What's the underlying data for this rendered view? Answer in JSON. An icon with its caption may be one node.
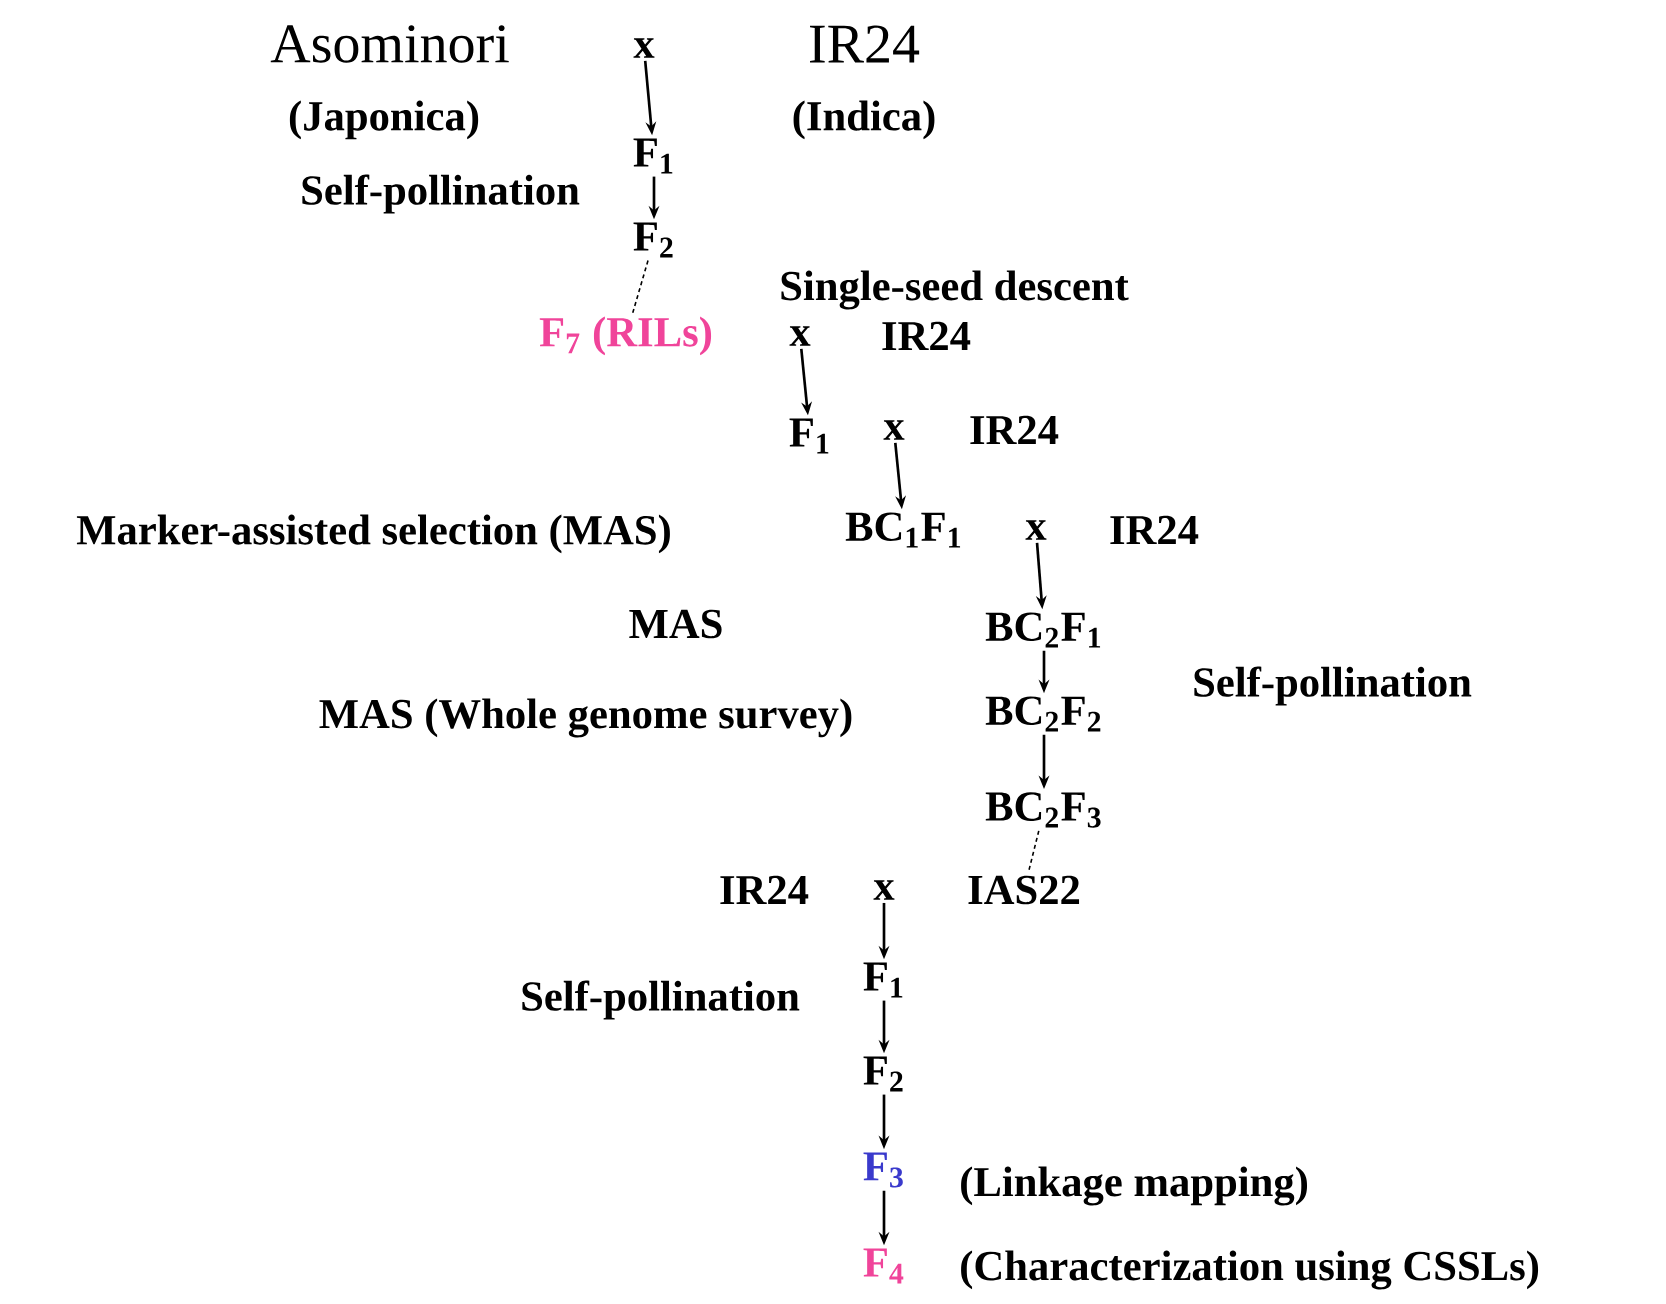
{
  "diagram": {
    "nodes": [
      {
        "text": [
          "x"
        ]
      },
      {
        "text": [
          "F$_{1}$"
        ]
      },
      {
        "text": [
          "F$_{2}$"
        ]
      },
      {
        "text": [
          "F$_{7}$ (RILs)"
        ]
      },
      {
        "text": [
          "x"
        ]
      },
      {
        "text": [
          "F$_{1}$"
        ]
      },
      {
        "text": [
          "x"
        ]
      },
      {
        "text": [
          "BC$_{1}$F$_{1}$"
        ]
      },
      {
        "text": [
          "x"
        ]
      },
      {
        "text": [
          "BC$_{2}$F$_{1}$"
        ]
      },
      {
        "text": [
          "BC$_{2}$F$_{2}$"
        ]
      },
      {
        "text": [
          "BC$_{2}$F$_{3}$"
        ]
      },
      {
        "text": [
          "IAS22"
        ]
      },
      {
        "text": [
          "x"
        ]
      },
      {
        "text": [
          "F$_{1}$"
        ]
      },
      {
        "text": [
          "F$_{2}$"
        ]
      },
      {
        "text": [
          "F$_{3}$"
        ],
        "beside": [
          "(Linkage mapping)"
        ]
      },
      {
        "text": [
          "F$_{4}$"
        ],
        "beside": [
          "(Characterization using CSSLs)"
        ]
      }
    ],
    "edges": [
      {
        "from": 0,
        "to": 1,
        "arrow": "to"
      },
      {
        "from": 1,
        "to": 2,
        "arrow": "to"
      },
      {
        "from": 2,
        "to": 3,
        "arrow": "none",
        "style": "dashed"
      },
      {
        "from": 4,
        "to": 5,
        "arrow": "to"
      },
      {
        "from": 6,
        "to": 7,
        "arrow": "to"
      },
      {
        "from": 8,
        "to": 9,
        "arrow": "to"
      },
      {
        "from": 9,
        "to": 10,
        "arrow": "to"
      },
      {
        "from": 10,
        "to": 11,
        "arrow": "to"
      },
      {
        "from": 11,
        "to": 12,
        "arrow": "none",
        "style": "dashed"
      },
      {
        "from": 13,
        "to": 14,
        "arrow": "to"
      },
      {
        "from": 14,
        "to": 15,
        "arrow": "to"
      },
      {
        "from": 15,
        "to": 16,
        "arrow": "to"
      },
      {
        "from": 16,
        "to": 17,
        "arrow": "to"
      }
    ],
    "labels": [
      "Asominori",
      "IR24",
      "(Japonica)",
      "(Indica)",
      "Self-pollination",
      "Single-seed descent",
      "IR24",
      "IR24",
      "Marker-assisted selection (MAS)",
      "IR24",
      "MAS",
      "Self-pollination",
      "MAS (Whole genome survey)",
      "IR24",
      "Self-pollination"
    ]
  }
}
